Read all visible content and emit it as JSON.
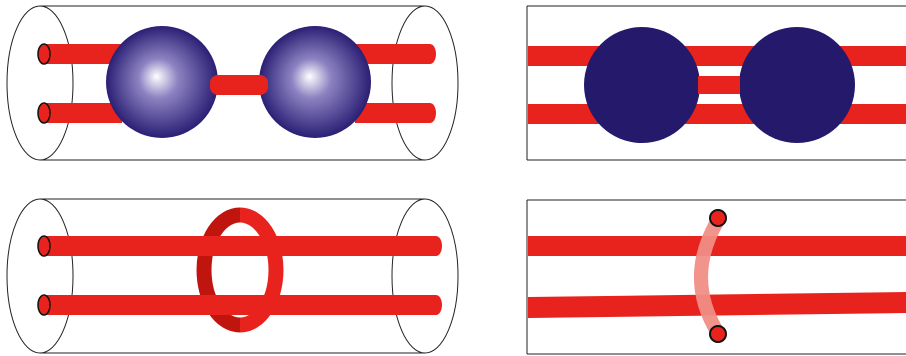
{
  "colors": {
    "tube": "#e8231d",
    "tube_dark": "#8a0a0a",
    "tube_light": "#f1a7a2",
    "sphere_flat": "#24196b",
    "sphere_dark": "#2a1f74",
    "sphere_light": "#ffffff",
    "outline": "#222222",
    "background": "#ffffff"
  },
  "panels": [
    {
      "id": "top-left",
      "kind": "3d-cylinder",
      "content": "two-spheres-bridged"
    },
    {
      "id": "top-right",
      "kind": "2d-slab",
      "content": "two-disks-bridged"
    },
    {
      "id": "bottom-left",
      "kind": "3d-cylinder",
      "content": "two-tubes-with-ring"
    },
    {
      "id": "bottom-right",
      "kind": "2d-slab",
      "content": "two-tubes-with-arc"
    }
  ]
}
